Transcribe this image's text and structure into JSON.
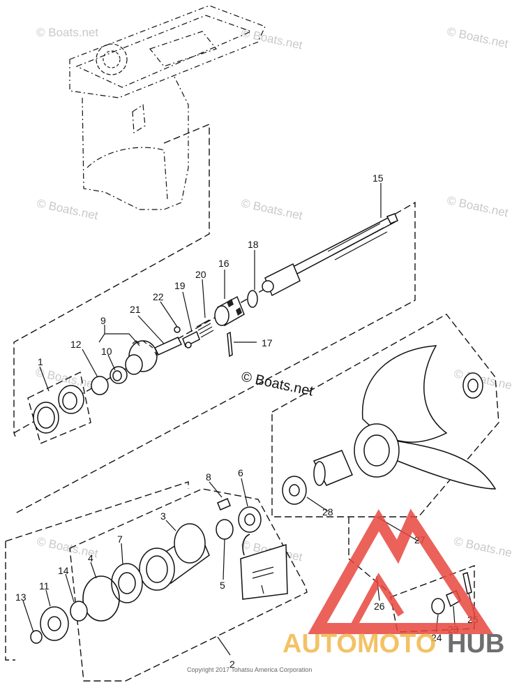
{
  "watermarks": {
    "text": "© Boats.net",
    "center_text": "© Boats.net"
  },
  "copyright": "Copyright 2017 Tohatsu America Corporation",
  "callouts": [
    "1",
    "2",
    "3",
    "4",
    "5",
    "6",
    "7",
    "8",
    "9",
    "10",
    "11",
    "12",
    "13",
    "14",
    "15",
    "16",
    "17",
    "18",
    "19",
    "20",
    "21",
    "22",
    "23",
    "24",
    "25",
    "26",
    "27",
    "28"
  ],
  "logo": {
    "part1": "AUTOMOTO",
    "part2": "HUB",
    "color_triangle": "#e8473e",
    "color_text1": "#f2b84b",
    "color_text2": "#555555"
  }
}
